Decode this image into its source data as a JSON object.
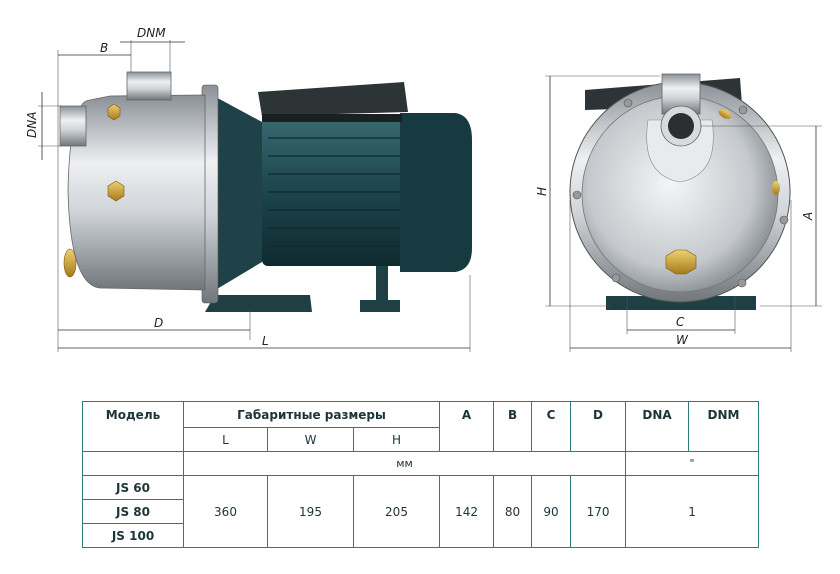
{
  "drawing": {
    "side_labels": {
      "B": "B",
      "DNM": "DNM",
      "DNA": "DNA",
      "D": "D",
      "L": "L"
    },
    "front_labels": {
      "H": "H",
      "A": "A",
      "C": "C",
      "W": "W"
    }
  },
  "table": {
    "header": {
      "model": "Модель",
      "dimensions": "Габаритные размеры",
      "A": "A",
      "B": "B",
      "C": "C",
      "D": "D",
      "DNA": "DNA",
      "DNM": "DNM"
    },
    "subheader": {
      "L": "L",
      "W": "W",
      "H": "H"
    },
    "units": {
      "mm": "мм",
      "inch": "\""
    },
    "models": [
      "JS 60",
      "JS 80",
      "JS 100"
    ],
    "values": {
      "L": "360",
      "W": "195",
      "H": "205",
      "A": "142",
      "B": "80",
      "C": "90",
      "D": "170",
      "DN": "1"
    }
  },
  "colors": {
    "table_border": "#2e7b7c",
    "motor": "#1f4a52",
    "steel": "#c8ccd0",
    "brass": "#c9a030"
  }
}
